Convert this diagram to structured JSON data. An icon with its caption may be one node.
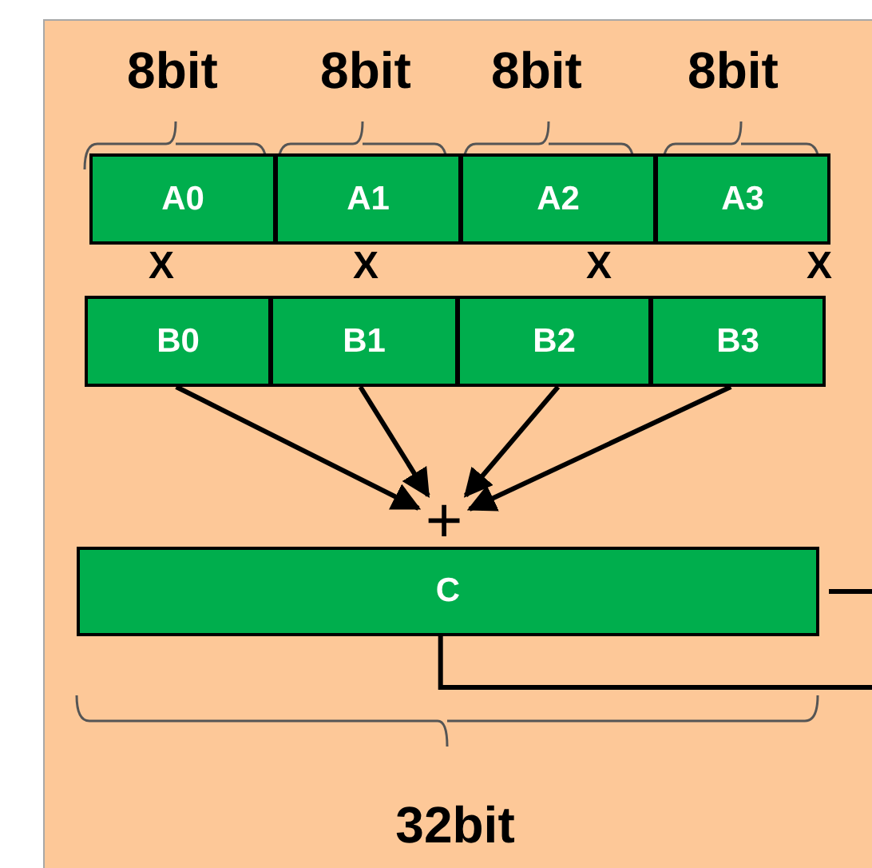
{
  "diagram": {
    "nodes": [
      {
        "text": [
          "A0"
        ]
      },
      {
        "text": [
          "A1"
        ]
      },
      {
        "text": [
          "A2"
        ]
      },
      {
        "text": [
          "A3"
        ]
      },
      {
        "text": [
          "B0"
        ]
      },
      {
        "text": [
          "B1"
        ]
      },
      {
        "text": [
          "B2"
        ]
      },
      {
        "text": [
          "B3"
        ]
      },
      {
        "text": [
          "+"
        ]
      },
      {
        "text": [
          "C"
        ]
      }
    ],
    "edges": [
      {
        "from": 4,
        "to": 8,
        "arrow": "to"
      },
      {
        "from": 5,
        "to": 8,
        "arrow": "to"
      },
      {
        "from": 6,
        "to": 8,
        "arrow": "to"
      },
      {
        "from": 7,
        "to": 8,
        "arrow": "to"
      },
      {
        "from": 9,
        "to": null,
        "arrow": "none"
      },
      {
        "from": 9,
        "to": null,
        "arrow": "none"
      }
    ],
    "labels": [
      "8bit",
      "8bit",
      "8bit",
      "8bit",
      "X",
      "X",
      "X",
      "X",
      "32bit"
    ]
  }
}
